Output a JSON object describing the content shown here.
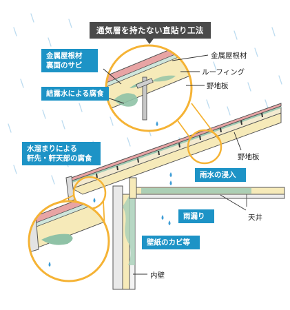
{
  "title": "通気層を持たない直貼り工法",
  "callouts": {
    "rust_line1": "金属屋根材",
    "rust_line2": "裏面のサビ",
    "condensation": "結露水による腐食",
    "eaves_line1": "水溜まりによる",
    "eaves_line2": "軒先・軒天部の腐食",
    "rain_intrusion": "雨水の浸入",
    "leak": "雨漏り",
    "mold": "壁紙のカビ等"
  },
  "labels": {
    "metal_roof": "金属屋根材",
    "roofing": "ルーフィング",
    "sheathing": "野地板",
    "sheathing2": "野地板",
    "ceiling": "天井",
    "inner_wall": "内壁"
  },
  "colors": {
    "callout_blue": "#1d93c6",
    "circle_orange": "#f5b335",
    "roof_pink": "#e8a4a4",
    "board_beige": "#f6eab9",
    "stain_green": "#8fc2a6",
    "rain_blue": "#6fb7e3"
  }
}
